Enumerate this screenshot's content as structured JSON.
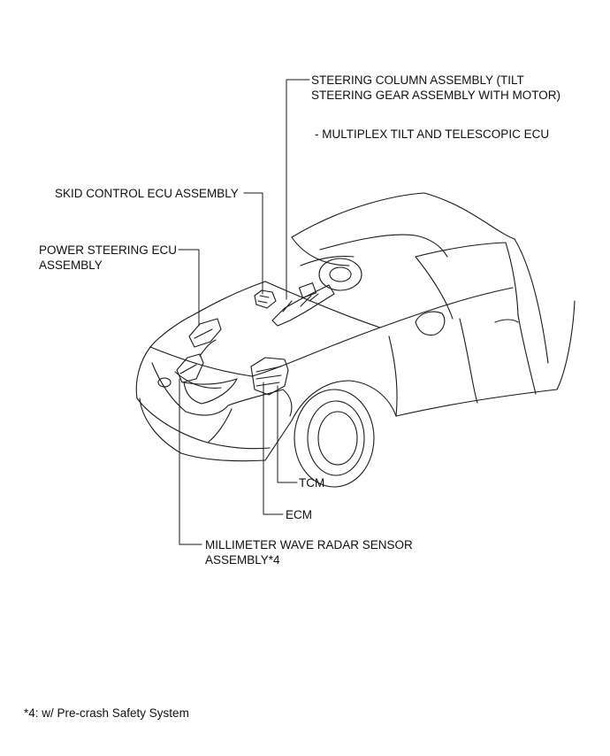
{
  "labels": {
    "steering_column": {
      "line1": "STEERING COLUMN ASSEMBLY (TILT",
      "line2": "STEERING GEAR ASSEMBLY WITH MOTOR)",
      "sub": "- MULTIPLEX TILT AND TELESCOPIC ECU"
    },
    "skid_control_ecu": "SKID CONTROL ECU ASSEMBLY",
    "power_steering_ecu": {
      "line1": "POWER STEERING ECU",
      "line2": "ASSEMBLY"
    },
    "tcm": "TCM",
    "ecm": "ECM",
    "radar_sensor": {
      "line1": "MILLIMETER WAVE RADAR SENSOR",
      "line2": "ASSEMBLY*4"
    }
  },
  "footnote": "*4: w/ Pre-crash Safety System"
}
